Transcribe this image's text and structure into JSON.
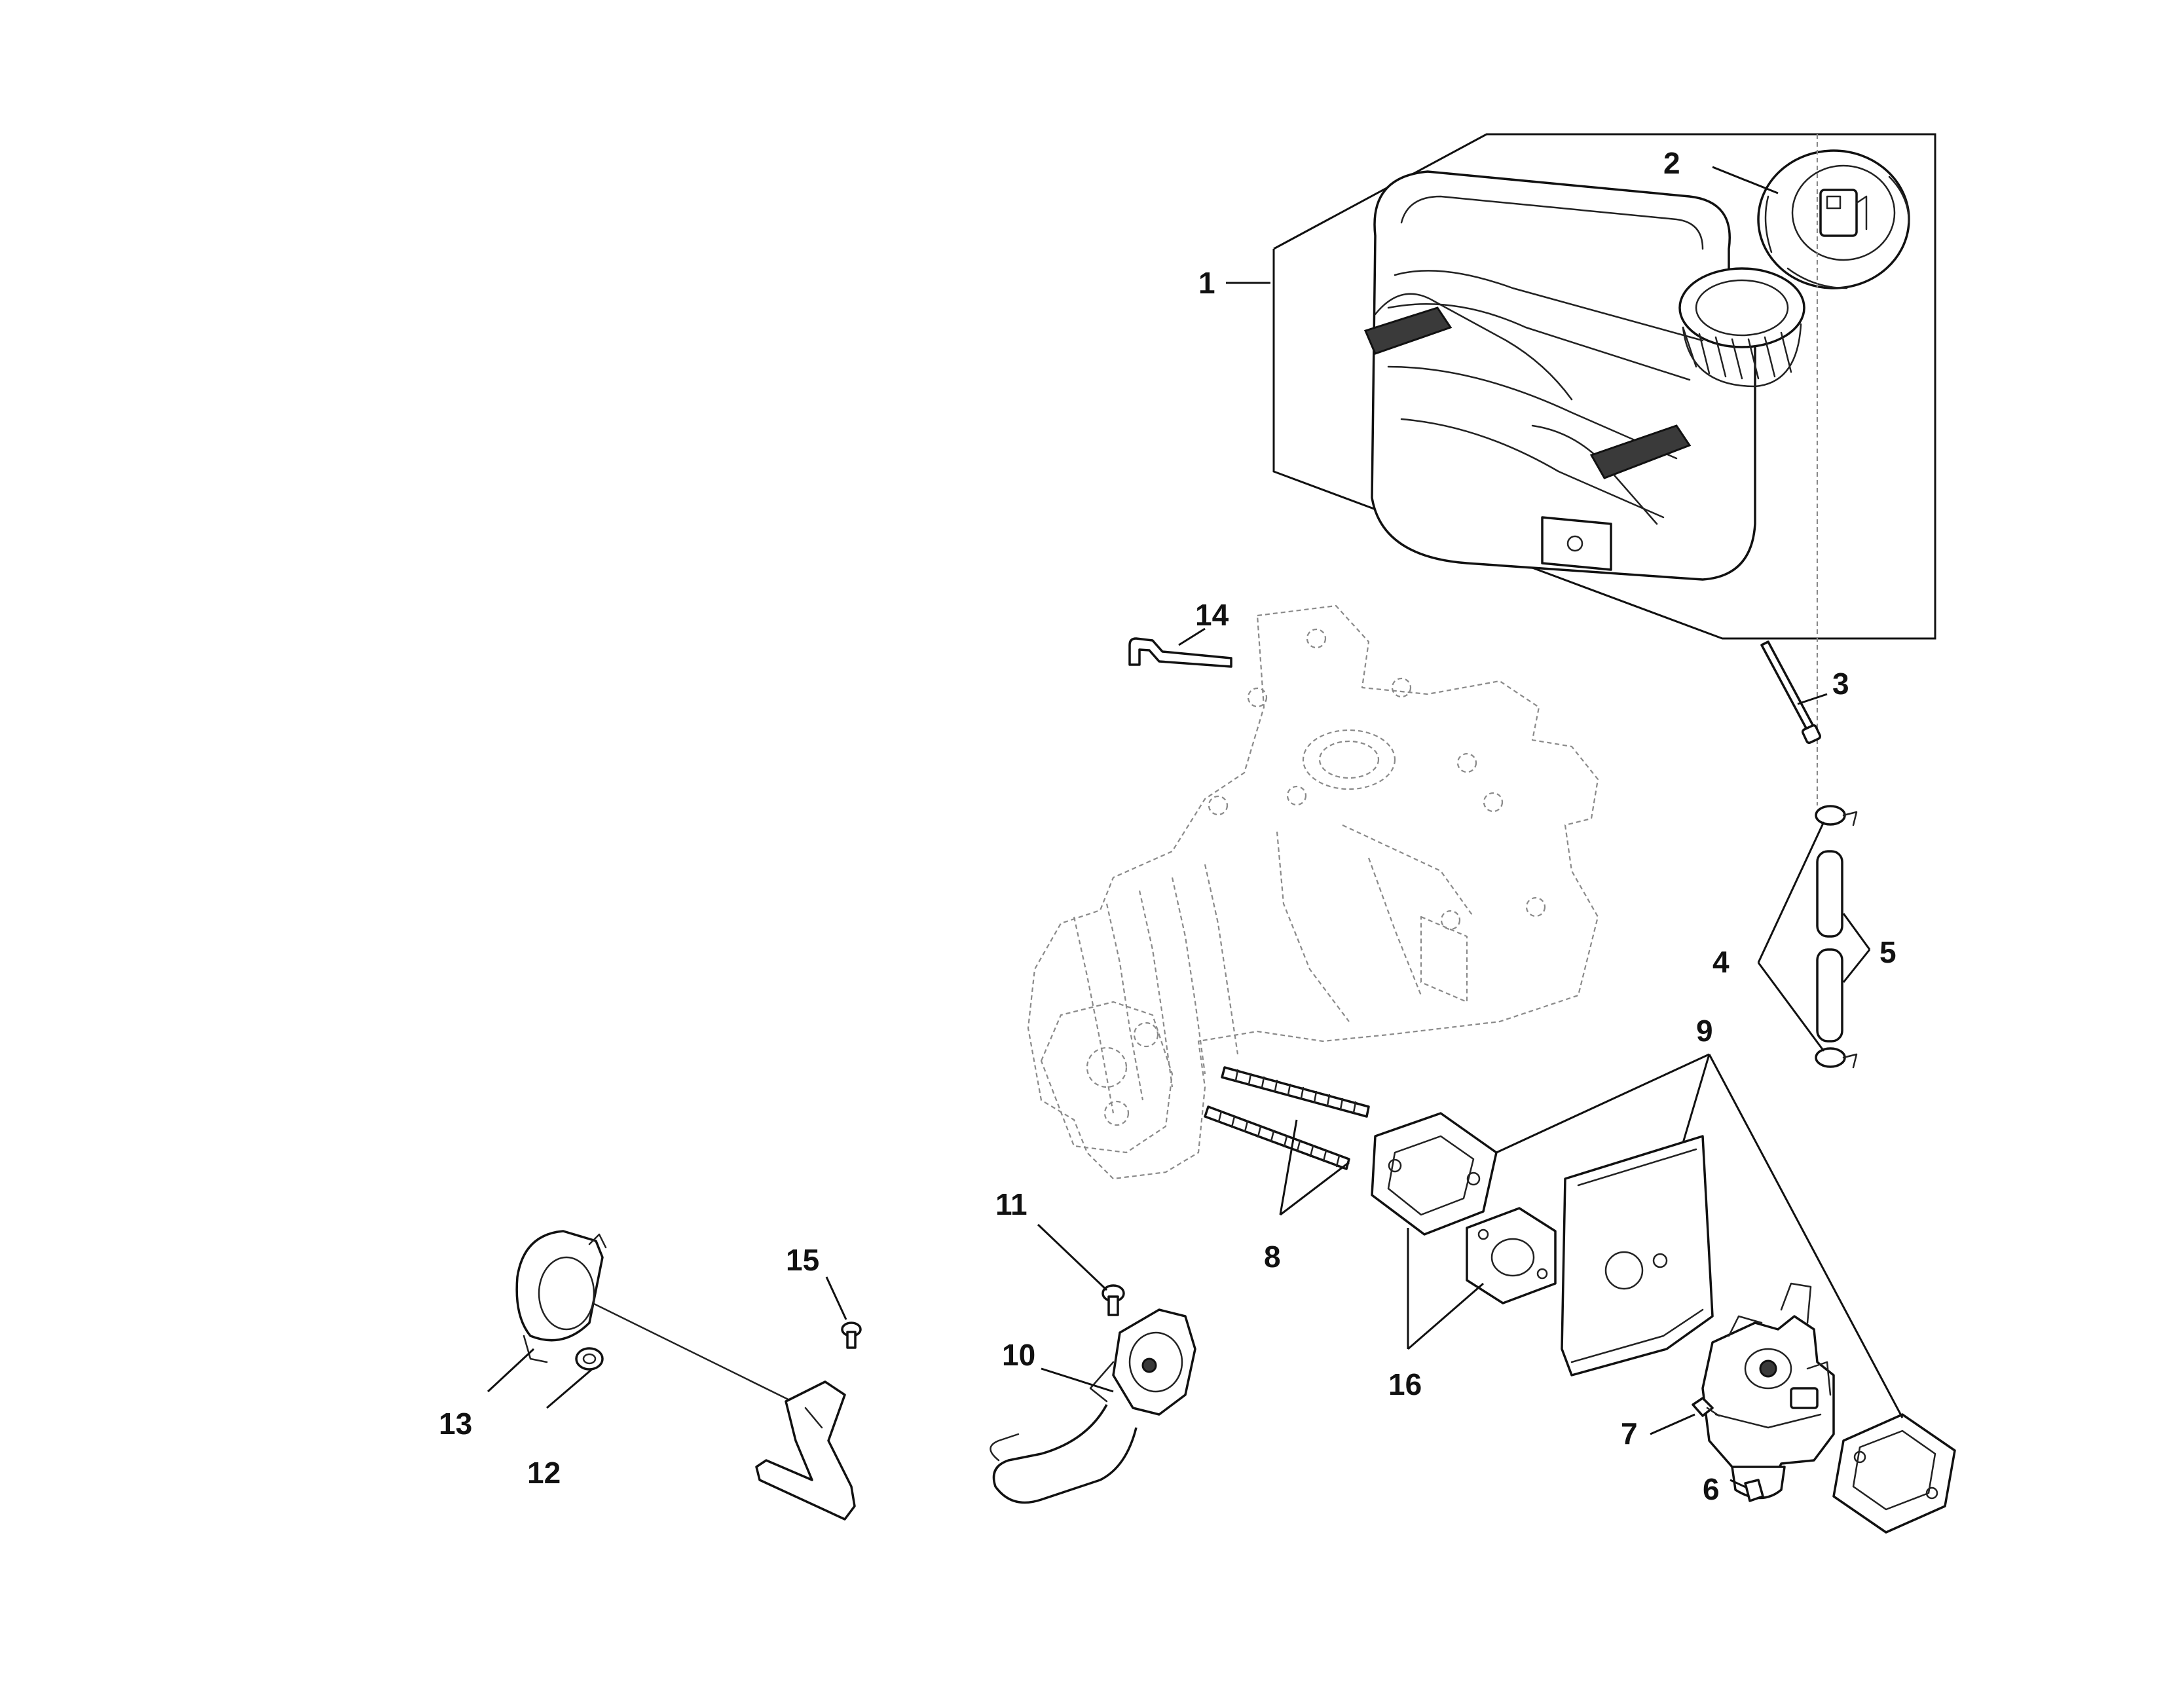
{
  "diagram": {
    "callouts": [
      {
        "id": "1",
        "label": "1"
      },
      {
        "id": "2",
        "label": "2"
      },
      {
        "id": "3",
        "label": "3"
      },
      {
        "id": "4",
        "label": "4"
      },
      {
        "id": "5",
        "label": "5"
      },
      {
        "id": "6",
        "label": "6"
      },
      {
        "id": "7",
        "label": "7"
      },
      {
        "id": "8",
        "label": "8"
      },
      {
        "id": "9",
        "label": "9"
      },
      {
        "id": "10",
        "label": "10"
      },
      {
        "id": "11",
        "label": "11"
      },
      {
        "id": "12",
        "label": "12"
      },
      {
        "id": "13",
        "label": "13"
      },
      {
        "id": "14",
        "label": "14"
      },
      {
        "id": "15",
        "label": "15"
      },
      {
        "id": "16",
        "label": "16"
      }
    ],
    "colors": {
      "ink": "#111111",
      "ghost": "#8a8a8a",
      "background": "#ffffff"
    }
  }
}
